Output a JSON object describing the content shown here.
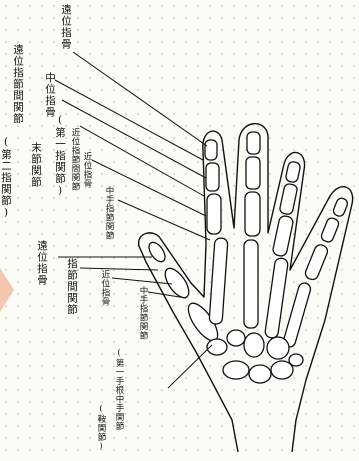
{
  "labels": {
    "distal_phalanx_top": "遠位指骨",
    "dip_joint": "遠位指節間関節",
    "dip_joint_alt": "(第二指関節)",
    "end_joint": "末節関節",
    "middle_phalanx": "中位指骨",
    "pip_joint": "(第一指関節)",
    "pip_joint_main": "近位指節間関節",
    "proximal_phalanx": "近位指骨",
    "mcp_joint": "中手指節関節",
    "distal_phalanx_thumb": "遠位指骨",
    "ip_joint_thumb": "指節間関節",
    "proximal_phalanx_thumb": "近位指骨",
    "mcp_joint_thumb": "中手指節関節",
    "first_cmc": "(第一手根中手関節",
    "saddle_joint": "(鞍関節)"
  }
}
